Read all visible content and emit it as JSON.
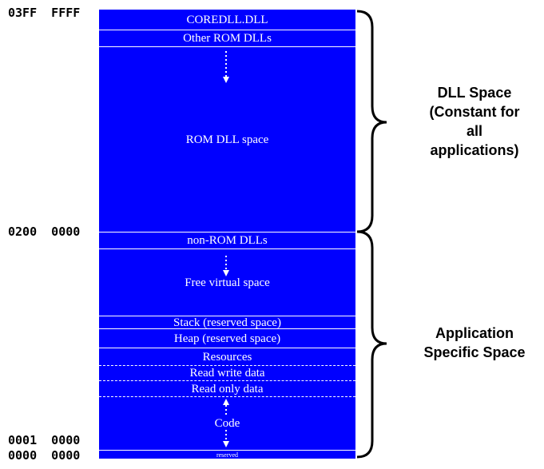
{
  "addresses": {
    "top": "03FF  FFFF",
    "dll_boundary": "0200  0000",
    "app_base": "0001  0000",
    "zero": "0000  0000"
  },
  "segments": {
    "coredll": "COREDLL.DLL",
    "other_rom_dlls": "Other ROM DLLs",
    "rom_dll_space": "ROM DLL space",
    "non_rom_dlls": "non-ROM  DLLs",
    "free_virtual_space": "Free virtual space",
    "stack": "Stack (reserved space)",
    "heap": "Heap (reserved space)",
    "resources": "Resources",
    "read_write_data": "Read write data",
    "read_only_data": "Read only data",
    "code": "Code",
    "reserved": "reserved"
  },
  "regions": {
    "dll_space": [
      "DLL Space",
      "(Constant for",
      "all",
      "applications)"
    ],
    "app_space": [
      "Application",
      "Specific Space"
    ]
  },
  "colors": {
    "memory_fill": "#0000ff",
    "divider": "#ffffff",
    "text": "#000000"
  }
}
